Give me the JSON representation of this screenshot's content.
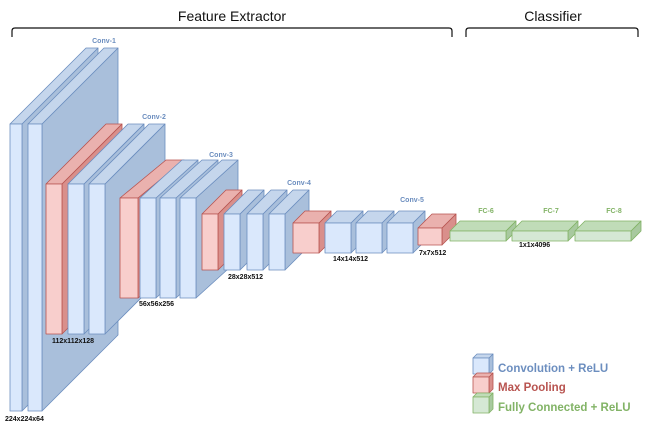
{
  "sections": {
    "feature_extractor": "Feature Extractor",
    "classifier": "Classifier"
  },
  "stages": {
    "conv1": "Conv-1",
    "conv2": "Conv-2",
    "conv3": "Conv-3",
    "conv4": "Conv-4",
    "conv5": "Conv-5",
    "fc6": "FC-6",
    "fc7": "FC-7",
    "fc8": "FC-8"
  },
  "dimensions": {
    "d224": "224x224x64",
    "d112": "112x112x128",
    "d56": "56x56x256",
    "d28": "28x28x512",
    "d14": "14x14x512",
    "d7": "7x7x512",
    "d1": "1x1x4096"
  },
  "legend": {
    "conv": "Convolution + ReLU",
    "pool": "Max Pooling",
    "fc": "Fully Connected + ReLU"
  },
  "colors": {
    "conv_front": "#dae8fc",
    "conv_side": "#a9bfdb",
    "conv_top": "#c5d6ec",
    "conv_stroke": "#6c8ebf",
    "pool_front": "#f8cecc",
    "pool_side": "#d98f8b",
    "pool_top": "#eab1ae",
    "pool_stroke": "#b85450",
    "fc_front": "#d5e8d4",
    "fc_side": "#a8c99f",
    "fc_top": "#c0dcb8",
    "fc_stroke": "#82b366",
    "conv_label": "#6c8ebf",
    "pool_label": "#b85450",
    "fc_label": "#82b366"
  }
}
